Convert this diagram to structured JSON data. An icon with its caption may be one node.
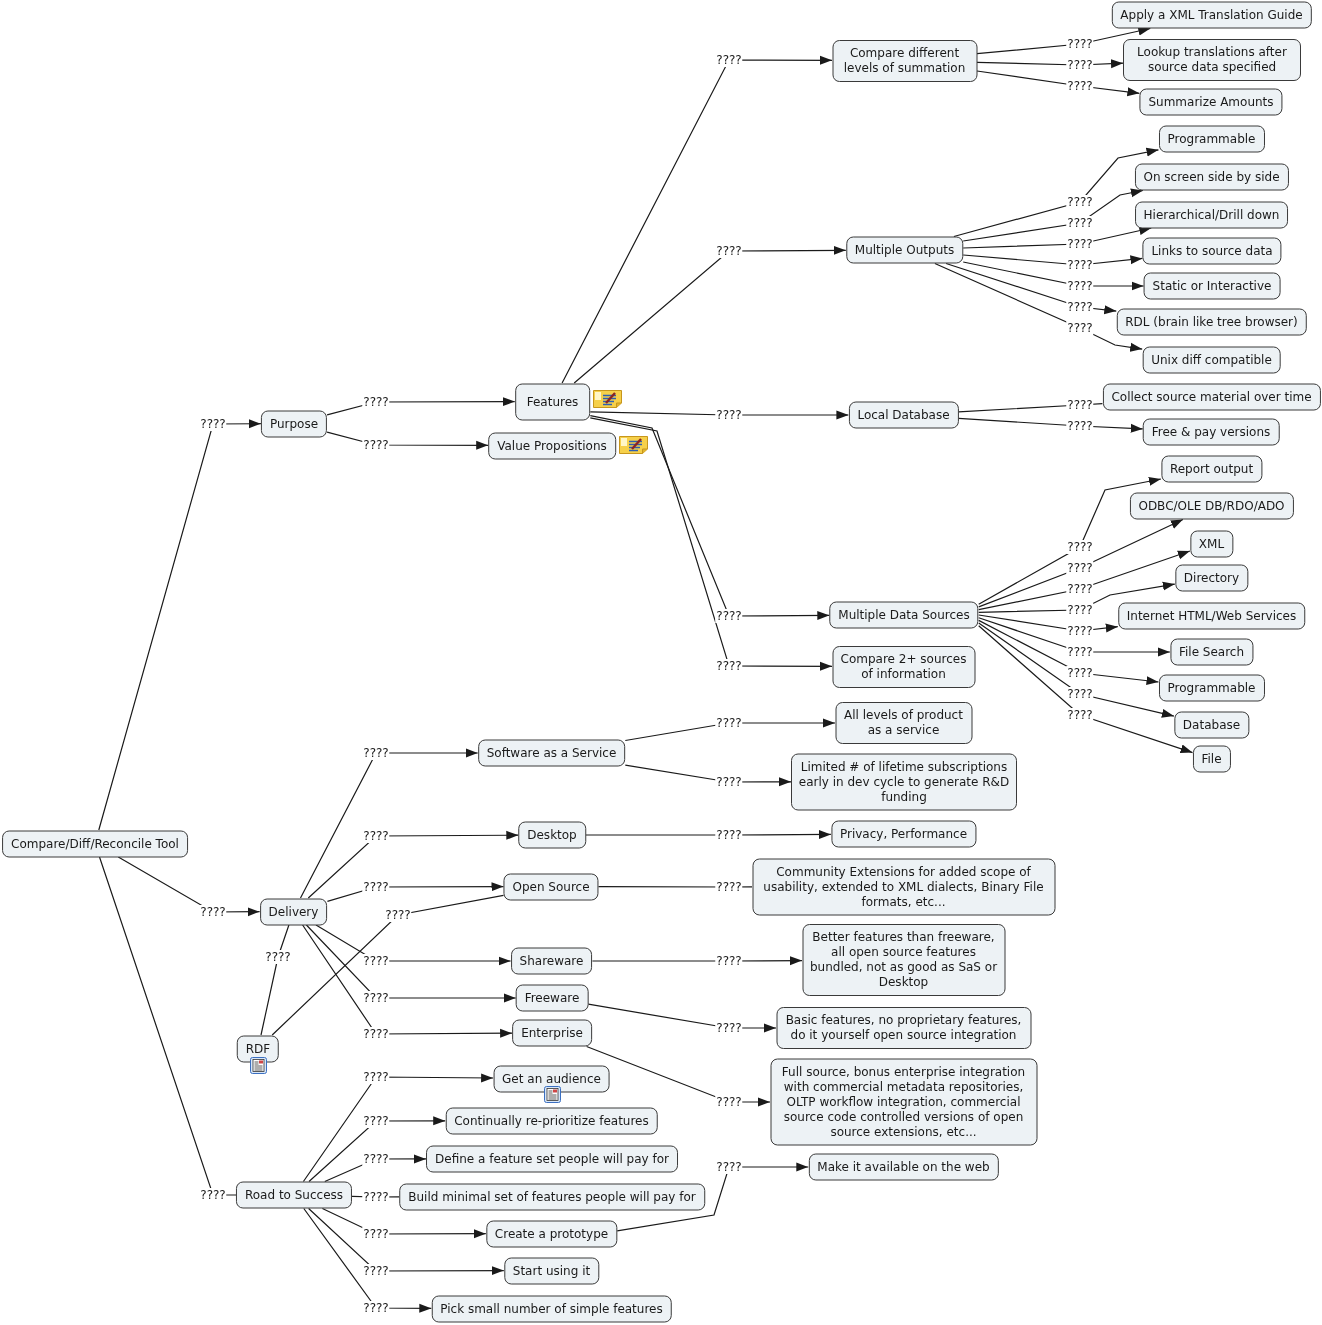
{
  "diagram": {
    "nodes": [
      {
        "text": [
          "Compare/Diff/Reconcile Tool"
        ]
      },
      {
        "text": [
          "Purpose"
        ]
      },
      {
        "text": [
          "Features"
        ]
      },
      {
        "text": [
          "Compare different levels of summation"
        ]
      },
      {
        "text": [
          "Apply a XML Translation Guide"
        ]
      },
      {
        "text": [
          "Lookup translations after source data specified"
        ]
      },
      {
        "text": [
          "Summarize Amounts"
        ]
      },
      {
        "text": [
          "Multiple Outputs"
        ]
      },
      {
        "text": [
          "Programmable"
        ]
      },
      {
        "text": [
          "On screen side by side"
        ]
      },
      {
        "text": [
          "Hierarchical/Drill down"
        ]
      },
      {
        "text": [
          "Links to source data"
        ]
      },
      {
        "text": [
          "Static or Interactive"
        ]
      },
      {
        "text": [
          "RDL (brain like tree browser)"
        ]
      },
      {
        "text": [
          "Unix diff compatible"
        ]
      },
      {
        "text": [
          "Local Database"
        ]
      },
      {
        "text": [
          "Collect source material over time"
        ]
      },
      {
        "text": [
          "Free & pay versions"
        ]
      },
      {
        "text": [
          "Multiple Data Sources"
        ]
      },
      {
        "text": [
          "Report output"
        ]
      },
      {
        "text": [
          "ODBC/OLE DB/RDO/ADO"
        ]
      },
      {
        "text": [
          "XML"
        ]
      },
      {
        "text": [
          "Directory"
        ]
      },
      {
        "text": [
          "Internet HTML/Web Services"
        ]
      },
      {
        "text": [
          "File Search"
        ]
      },
      {
        "text": [
          "Programmable"
        ]
      },
      {
        "text": [
          "Database"
        ]
      },
      {
        "text": [
          "File"
        ]
      },
      {
        "text": [
          "Value Propositions"
        ]
      },
      {
        "text": [
          "Compare 2+ sources of information"
        ]
      },
      {
        "text": [
          "Delivery"
        ]
      },
      {
        "text": [
          "Software as a Service"
        ]
      },
      {
        "text": [
          "All levels of product as a service"
        ]
      },
      {
        "text": [
          "Limited # of lifetime subscriptions early in dev cycle to generate R&D funding"
        ]
      },
      {
        "text": [
          "Desktop"
        ]
      },
      {
        "text": [
          "Privacy, Performance"
        ]
      },
      {
        "text": [
          "Open Source"
        ]
      },
      {
        "text": [
          "Community Extensions for added scope of usability, extended to XML dialects, Binary File formats, etc..."
        ]
      },
      {
        "text": [
          "Shareware"
        ]
      },
      {
        "text": [
          "Better features than freeware, all open source features bundled, not as good as SaS or Desktop"
        ]
      },
      {
        "text": [
          "Freeware"
        ]
      },
      {
        "text": [
          "Basic features, no proprietary features, do it yourself open source integration"
        ]
      },
      {
        "text": [
          "Enterprise"
        ]
      },
      {
        "text": [
          "Full source, bonus enterprise integration with commercial metadata repositories, OLTP workflow integration, commercial source code controlled versions of open source extensions, etc..."
        ]
      },
      {
        "text": [
          "RDF"
        ]
      },
      {
        "text": [
          "Road to Success"
        ]
      },
      {
        "text": [
          "Get an audience"
        ]
      },
      {
        "text": [
          "Continually re-prioritize features"
        ]
      },
      {
        "text": [
          "Define a feature set people will pay for"
        ]
      },
      {
        "text": [
          "Build minimal set of features people will pay for"
        ]
      },
      {
        "text": [
          "Make it available on the web"
        ]
      },
      {
        "text": [
          "Create a prototype"
        ]
      },
      {
        "text": [
          "Start using it"
        ]
      },
      {
        "text": [
          "Pick small number of simple features"
        ]
      }
    ],
    "edges": [
      {
        "from": 0,
        "to": 1,
        "arrow": "to",
        "label": "????"
      },
      {
        "from": 1,
        "to": 2,
        "arrow": "to",
        "label": "????"
      },
      {
        "from": 1,
        "to": 28,
        "arrow": "to",
        "label": "????"
      },
      {
        "from": 2,
        "to": 3,
        "arrow": "to",
        "label": "????"
      },
      {
        "from": 3,
        "to": 4,
        "arrow": "to",
        "label": "????"
      },
      {
        "from": 3,
        "to": 5,
        "arrow": "to",
        "label": "????"
      },
      {
        "from": 3,
        "to": 6,
        "arrow": "to",
        "label": "????"
      },
      {
        "from": 2,
        "to": 7,
        "arrow": "to",
        "label": "????"
      },
      {
        "from": 7,
        "to": 8,
        "arrow": "to",
        "label": "????"
      },
      {
        "from": 7,
        "to": 9,
        "arrow": "to",
        "label": "????"
      },
      {
        "from": 7,
        "to": 10,
        "arrow": "to",
        "label": "????"
      },
      {
        "from": 7,
        "to": 11,
        "arrow": "to",
        "label": "????"
      },
      {
        "from": 7,
        "to": 12,
        "arrow": "to",
        "label": "????"
      },
      {
        "from": 7,
        "to": 13,
        "arrow": "to",
        "label": "????"
      },
      {
        "from": 7,
        "to": 14,
        "arrow": "to",
        "label": "????"
      },
      {
        "from": 2,
        "to": 15,
        "arrow": "to",
        "label": "????"
      },
      {
        "from": 15,
        "to": 16,
        "arrow": "none",
        "label": "????"
      },
      {
        "from": 15,
        "to": 17,
        "arrow": "to",
        "label": "????"
      },
      {
        "from": 2,
        "to": 18,
        "arrow": "to",
        "label": "????"
      },
      {
        "from": 18,
        "to": 19,
        "arrow": "to",
        "label": "????"
      },
      {
        "from": 18,
        "to": 20,
        "arrow": "to",
        "label": "????"
      },
      {
        "from": 18,
        "to": 21,
        "arrow": "to",
        "label": "????"
      },
      {
        "from": 18,
        "to": 22,
        "arrow": "to",
        "label": "????"
      },
      {
        "from": 18,
        "to": 23,
        "arrow": "to",
        "label": "????"
      },
      {
        "from": 18,
        "to": 24,
        "arrow": "to",
        "label": "????"
      },
      {
        "from": 18,
        "to": 25,
        "arrow": "to",
        "label": "????"
      },
      {
        "from": 18,
        "to": 26,
        "arrow": "to",
        "label": "????"
      },
      {
        "from": 18,
        "to": 27,
        "arrow": "to",
        "label": "????"
      },
      {
        "from": 2,
        "to": 29,
        "arrow": "to",
        "label": "????"
      },
      {
        "from": 0,
        "to": 30,
        "arrow": "to",
        "label": "????"
      },
      {
        "from": 30,
        "to": 31,
        "arrow": "to",
        "label": "????"
      },
      {
        "from": 31,
        "to": 32,
        "arrow": "to",
        "label": "????"
      },
      {
        "from": 31,
        "to": 33,
        "arrow": "to",
        "label": "????"
      },
      {
        "from": 30,
        "to": 34,
        "arrow": "to",
        "label": "????"
      },
      {
        "from": 34,
        "to": 35,
        "arrow": "to",
        "label": "????"
      },
      {
        "from": 30,
        "to": 36,
        "arrow": "to",
        "label": "????"
      },
      {
        "from": 36,
        "to": 37,
        "arrow": "none",
        "label": "????"
      },
      {
        "from": 30,
        "to": 38,
        "arrow": "to",
        "label": "????"
      },
      {
        "from": 38,
        "to": 39,
        "arrow": "to",
        "label": "????"
      },
      {
        "from": 30,
        "to": 40,
        "arrow": "to",
        "label": "????"
      },
      {
        "from": 40,
        "to": 41,
        "arrow": "to",
        "label": "????"
      },
      {
        "from": 30,
        "to": 42,
        "arrow": "to",
        "label": "????"
      },
      {
        "from": 42,
        "to": 43,
        "arrow": "to",
        "label": "????"
      },
      {
        "from": 30,
        "to": 44,
        "arrow": "none",
        "label": "????"
      },
      {
        "from": 44,
        "to": 36,
        "arrow": "none",
        "label": "????"
      },
      {
        "from": 0,
        "to": 45,
        "arrow": "none",
        "label": "????"
      },
      {
        "from": 45,
        "to": 46,
        "arrow": "to",
        "label": "????"
      },
      {
        "from": 45,
        "to": 47,
        "arrow": "to",
        "label": "????"
      },
      {
        "from": 45,
        "to": 48,
        "arrow": "to",
        "label": "????"
      },
      {
        "from": 45,
        "to": 49,
        "arrow": "none",
        "label": "????"
      },
      {
        "from": 45,
        "to": 51,
        "arrow": "to",
        "label": "????"
      },
      {
        "from": 45,
        "to": 52,
        "arrow": "to",
        "label": "????"
      },
      {
        "from": 45,
        "to": 53,
        "arrow": "to",
        "label": "????"
      },
      {
        "from": 51,
        "to": 50,
        "arrow": "to",
        "label": "????"
      }
    ]
  }
}
